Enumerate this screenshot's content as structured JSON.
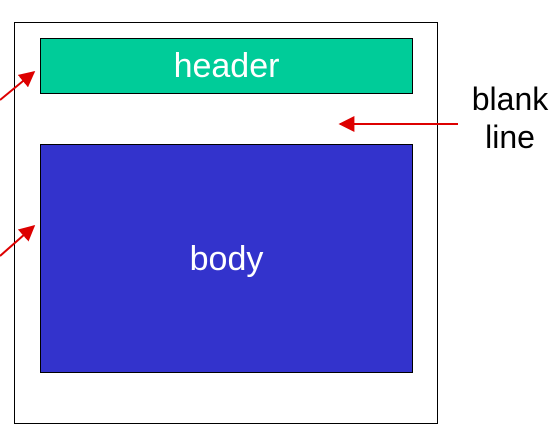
{
  "diagram": {
    "header_label": "header",
    "body_label": "body",
    "blank_line_label": [
      "blank",
      "line"
    ]
  },
  "colors": {
    "header_fill": "#00cc99",
    "body_fill": "#3333cc",
    "frame_stroke": "#000000",
    "arrow": "#dd0000",
    "label_text": "#ffffff"
  }
}
